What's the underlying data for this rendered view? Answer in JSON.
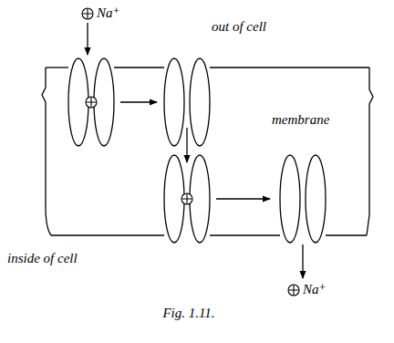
{
  "diagram": {
    "caption": "Fig. 1.11.",
    "labels": [
      "Na⁺",
      "out of cell",
      "membrane",
      "inside of cell",
      "Na⁺"
    ]
  }
}
